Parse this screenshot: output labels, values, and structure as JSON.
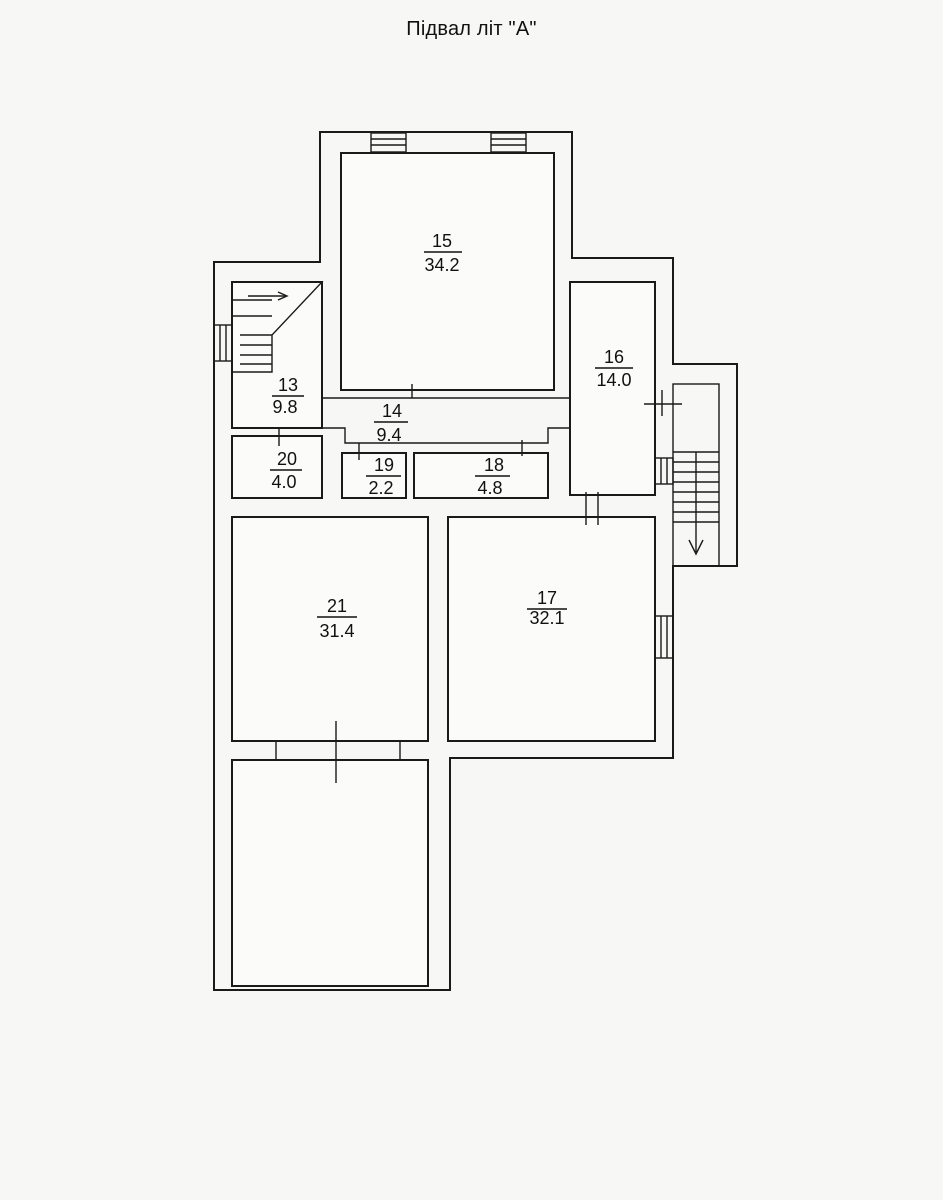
{
  "title": "Підвал літ \"А\"",
  "rooms": [
    {
      "number": "15",
      "area": "34.2"
    },
    {
      "number": "16",
      "area": "14.0"
    },
    {
      "number": "13",
      "area": "9.8"
    },
    {
      "number": "14",
      "area": "9.4"
    },
    {
      "number": "20",
      "area": "4.0"
    },
    {
      "number": "19",
      "area": "2.2"
    },
    {
      "number": "18",
      "area": "4.8"
    },
    {
      "number": "21",
      "area": "31.4"
    },
    {
      "number": "17",
      "area": "32.1"
    }
  ]
}
